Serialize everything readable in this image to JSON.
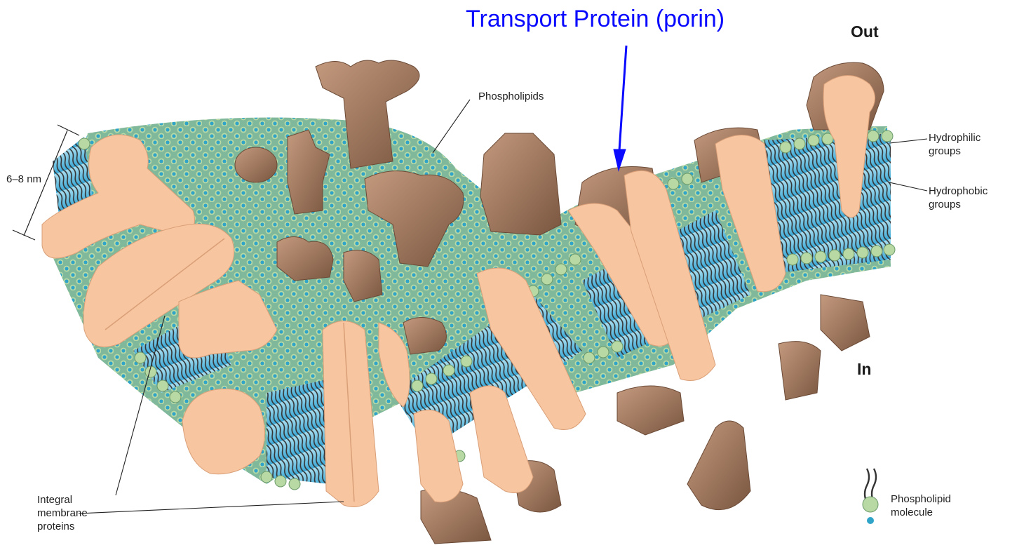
{
  "title": "Transport Protein (porin)",
  "labels": {
    "out": "Out",
    "in": "In",
    "phospholipids": "Phospholipids",
    "thickness": "6–8 nm",
    "hydrophilic": [
      "Hydrophilic",
      "groups"
    ],
    "hydrophobic": [
      "Hydrophobic",
      "groups"
    ],
    "integral": [
      "Integral",
      "membrane",
      "proteins"
    ],
    "phospholipid_molecule": [
      "Phospholipid",
      "molecule"
    ]
  },
  "colors": {
    "title": "#0a0aff",
    "arrow": "#0a0aff",
    "protein": "#a07a60",
    "protein_cut": "#f7c59f",
    "head_green": "#b9d9a4",
    "head_blue": "#2fa4c8",
    "tail_core": "#7fcbe6",
    "tail_line": "#333333"
  }
}
